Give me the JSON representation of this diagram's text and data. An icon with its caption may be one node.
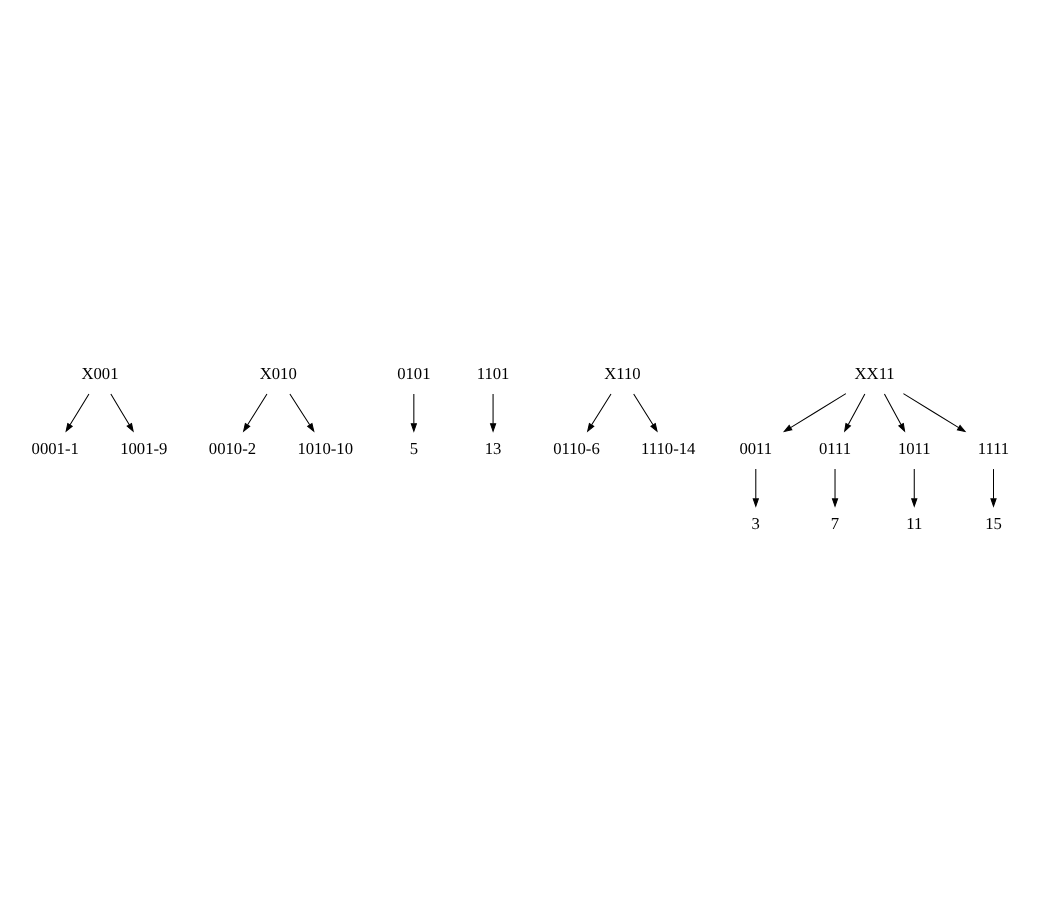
{
  "diagram": {
    "nodes": [
      {
        "text": [
          "X001"
        ]
      },
      {
        "text": [
          "0001-1"
        ]
      },
      {
        "text": [
          "1001-9"
        ]
      },
      {
        "text": [
          "X010"
        ]
      },
      {
        "text": [
          "0010-2"
        ]
      },
      {
        "text": [
          "1010-10"
        ]
      },
      {
        "text": [
          "0101"
        ]
      },
      {
        "text": [
          "5"
        ]
      },
      {
        "text": [
          "1101"
        ]
      },
      {
        "text": [
          "13"
        ]
      },
      {
        "text": [
          "X110"
        ]
      },
      {
        "text": [
          "0110-6"
        ]
      },
      {
        "text": [
          "1110-14"
        ]
      },
      {
        "text": [
          "XX11"
        ]
      },
      {
        "text": [
          "0011"
        ]
      },
      {
        "text": [
          "0111"
        ]
      },
      {
        "text": [
          "1011"
        ]
      },
      {
        "text": [
          "1111"
        ]
      },
      {
        "text": [
          "3"
        ]
      },
      {
        "text": [
          "7"
        ]
      },
      {
        "text": [
          "11"
        ]
      },
      {
        "text": [
          "15"
        ]
      }
    ],
    "edges": [
      {
        "from": 0,
        "to": 1,
        "arrow": "to"
      },
      {
        "from": 0,
        "to": 2,
        "arrow": "to"
      },
      {
        "from": 3,
        "to": 4,
        "arrow": "to"
      },
      {
        "from": 3,
        "to": 5,
        "arrow": "to"
      },
      {
        "from": 6,
        "to": 7,
        "arrow": "to"
      },
      {
        "from": 8,
        "to": 9,
        "arrow": "to"
      },
      {
        "from": 10,
        "to": 11,
        "arrow": "to"
      },
      {
        "from": 10,
        "to": 12,
        "arrow": "to"
      },
      {
        "from": 13,
        "to": 14,
        "arrow": "to"
      },
      {
        "from": 13,
        "to": 15,
        "arrow": "to"
      },
      {
        "from": 13,
        "to": 16,
        "arrow": "to"
      },
      {
        "from": 13,
        "to": 17,
        "arrow": "to"
      },
      {
        "from": 14,
        "to": 18,
        "arrow": "to"
      },
      {
        "from": 15,
        "to": 19,
        "arrow": "to"
      },
      {
        "from": 16,
        "to": 20,
        "arrow": "to"
      },
      {
        "from": 17,
        "to": 21,
        "arrow": "to"
      }
    ]
  }
}
